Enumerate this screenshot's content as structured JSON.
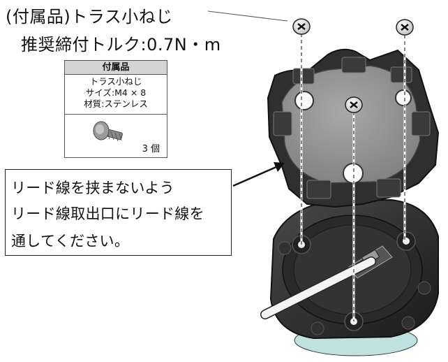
{
  "header": {
    "line1": "(付属品)トラス小ねじ",
    "line2": "推奨締付トルク:0.7N・m"
  },
  "parts_box": {
    "heading": "付属品",
    "name": "トラス小ねじ",
    "size": "サイズ:M4 × 8",
    "material": "材質:ステンレス",
    "count": "3 個"
  },
  "note": {
    "line1": "リード線を挟まないよう",
    "line2": "リード線取出口にリード線を",
    "line3": "通してください。"
  },
  "colors": {
    "housing_dark": "#2b2b2b",
    "cover_gray": "#8c8c8c",
    "frame_dark": "#3a3a3a",
    "table_header": "#d4d4d4"
  }
}
